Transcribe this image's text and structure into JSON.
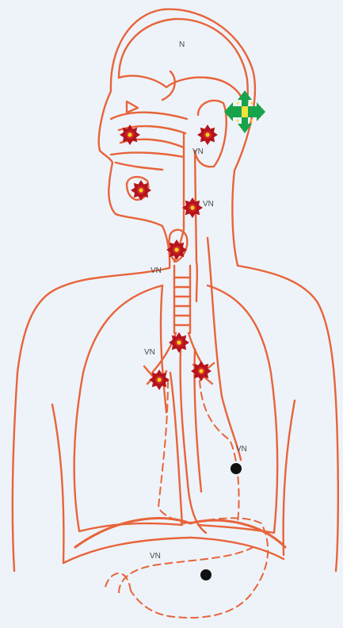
{
  "colors": {
    "background": "#eef3f9",
    "outline": "#e8643a",
    "lesion_red": "#b5141d",
    "lesion_center": "#f2d21a",
    "marker_green": "#17a34a",
    "marker_yellow": "#f4e23a",
    "dot_black": "#111111"
  },
  "labels": {
    "n": "N",
    "vn_nasal": "VN",
    "vn_neck": "VN",
    "vn_trachea": "VN",
    "vn_bronchi": "VN",
    "vn_abdomen": "VN",
    "vn_lower": "VN"
  },
  "markers": {
    "lesion_icon": "red-star-burst-icon",
    "highlight_icon": "green-four-way-arrow-icon",
    "dot_icon": "black-dot-icon"
  }
}
